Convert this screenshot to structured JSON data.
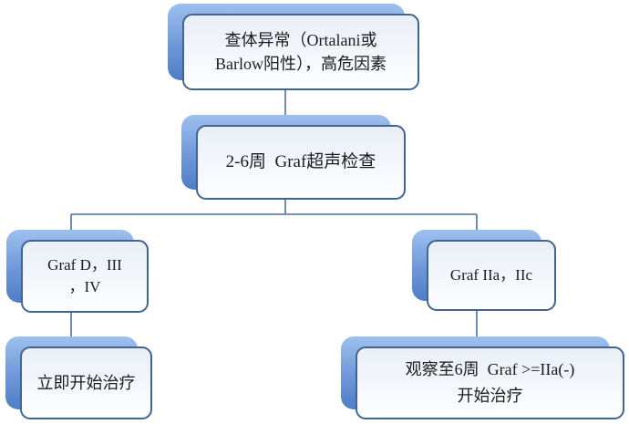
{
  "diagram": {
    "type": "flowchart",
    "title": "",
    "colors": {
      "shadow_top": "#9ec0ee",
      "shadow_bottom": "#4e7ec5",
      "box_border": "#41658f",
      "box_fill_top": "#e9eef7",
      "box_fill_bottom": "#fdfeff",
      "connector": "#4e7195",
      "text": "#1c1c1c",
      "background": "#ffffff"
    },
    "nodes": [
      {
        "id": "exam-abnormal",
        "lines": [
          "查体异常（Ortalani或",
          "Barlow阳性），高危因素"
        ]
      },
      {
        "id": "ultrasound-check",
        "lines": [
          "2-6周  Graf超声检查"
        ]
      },
      {
        "id": "graf-d-iii-iv",
        "lines": [
          "Graf D，III",
          "，IV"
        ]
      },
      {
        "id": "graf-iia-iic",
        "lines": [
          "Graf IIa，IIc"
        ]
      },
      {
        "id": "start-treatment",
        "lines": [
          "立即开始治疗"
        ]
      },
      {
        "id": "observe-6-weeks",
        "lines": [
          "观察至6周  Graf >=IIa(-)",
          "开始治疗"
        ]
      }
    ],
    "edges": [
      {
        "from": "exam-abnormal",
        "to": "ultrasound-check"
      },
      {
        "from": "ultrasound-check",
        "to": "graf-d-iii-iv"
      },
      {
        "from": "ultrasound-check",
        "to": "graf-iia-iic"
      },
      {
        "from": "graf-d-iii-iv",
        "to": "start-treatment"
      },
      {
        "from": "graf-iia-iic",
        "to": "observe-6-weeks"
      }
    ]
  }
}
